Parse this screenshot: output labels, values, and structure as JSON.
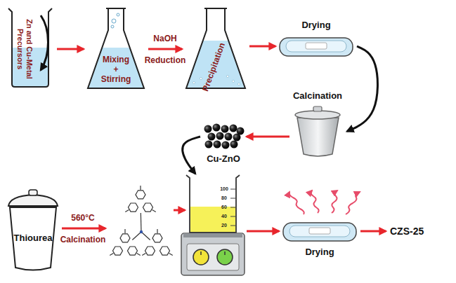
{
  "diagram": {
    "nodes": [
      {
        "text": [
          "Zn and Cu-Metal Precursors"
        ]
      },
      {
        "text": [
          "Mixing + Stirring"
        ]
      },
      {
        "text": [
          "Precipitation"
        ]
      },
      {
        "text": [
          "Drying"
        ]
      },
      {
        "text": [
          "Calcination"
        ]
      },
      {
        "text": [
          "Cu-ZnO"
        ]
      },
      {
        "text": [
          "Thiourea"
        ]
      },
      {
        "text": [
          "100",
          "80",
          "60",
          "40",
          "20"
        ]
      },
      {
        "text": [
          "Drying"
        ]
      },
      {
        "text": [
          "CZS-25"
        ]
      }
    ],
    "edges": [
      {
        "from": 0,
        "to": 1,
        "arrow": "to"
      },
      {
        "from": 1,
        "to": 2,
        "arrow": "to"
      },
      {
        "from": 2,
        "to": 3,
        "arrow": "to"
      },
      {
        "from": 3,
        "to": 4,
        "arrow": "to"
      },
      {
        "from": 4,
        "to": 5,
        "arrow": "to"
      },
      {
        "from": 5,
        "to": 7,
        "arrow": "to"
      },
      {
        "from": 7,
        "to": 8,
        "arrow": "to"
      },
      {
        "from": 8,
        "to": 9,
        "arrow": "to"
      }
    ],
    "labels": [
      "NaOH",
      "Reduction",
      "560°C",
      "Calcination"
    ]
  }
}
